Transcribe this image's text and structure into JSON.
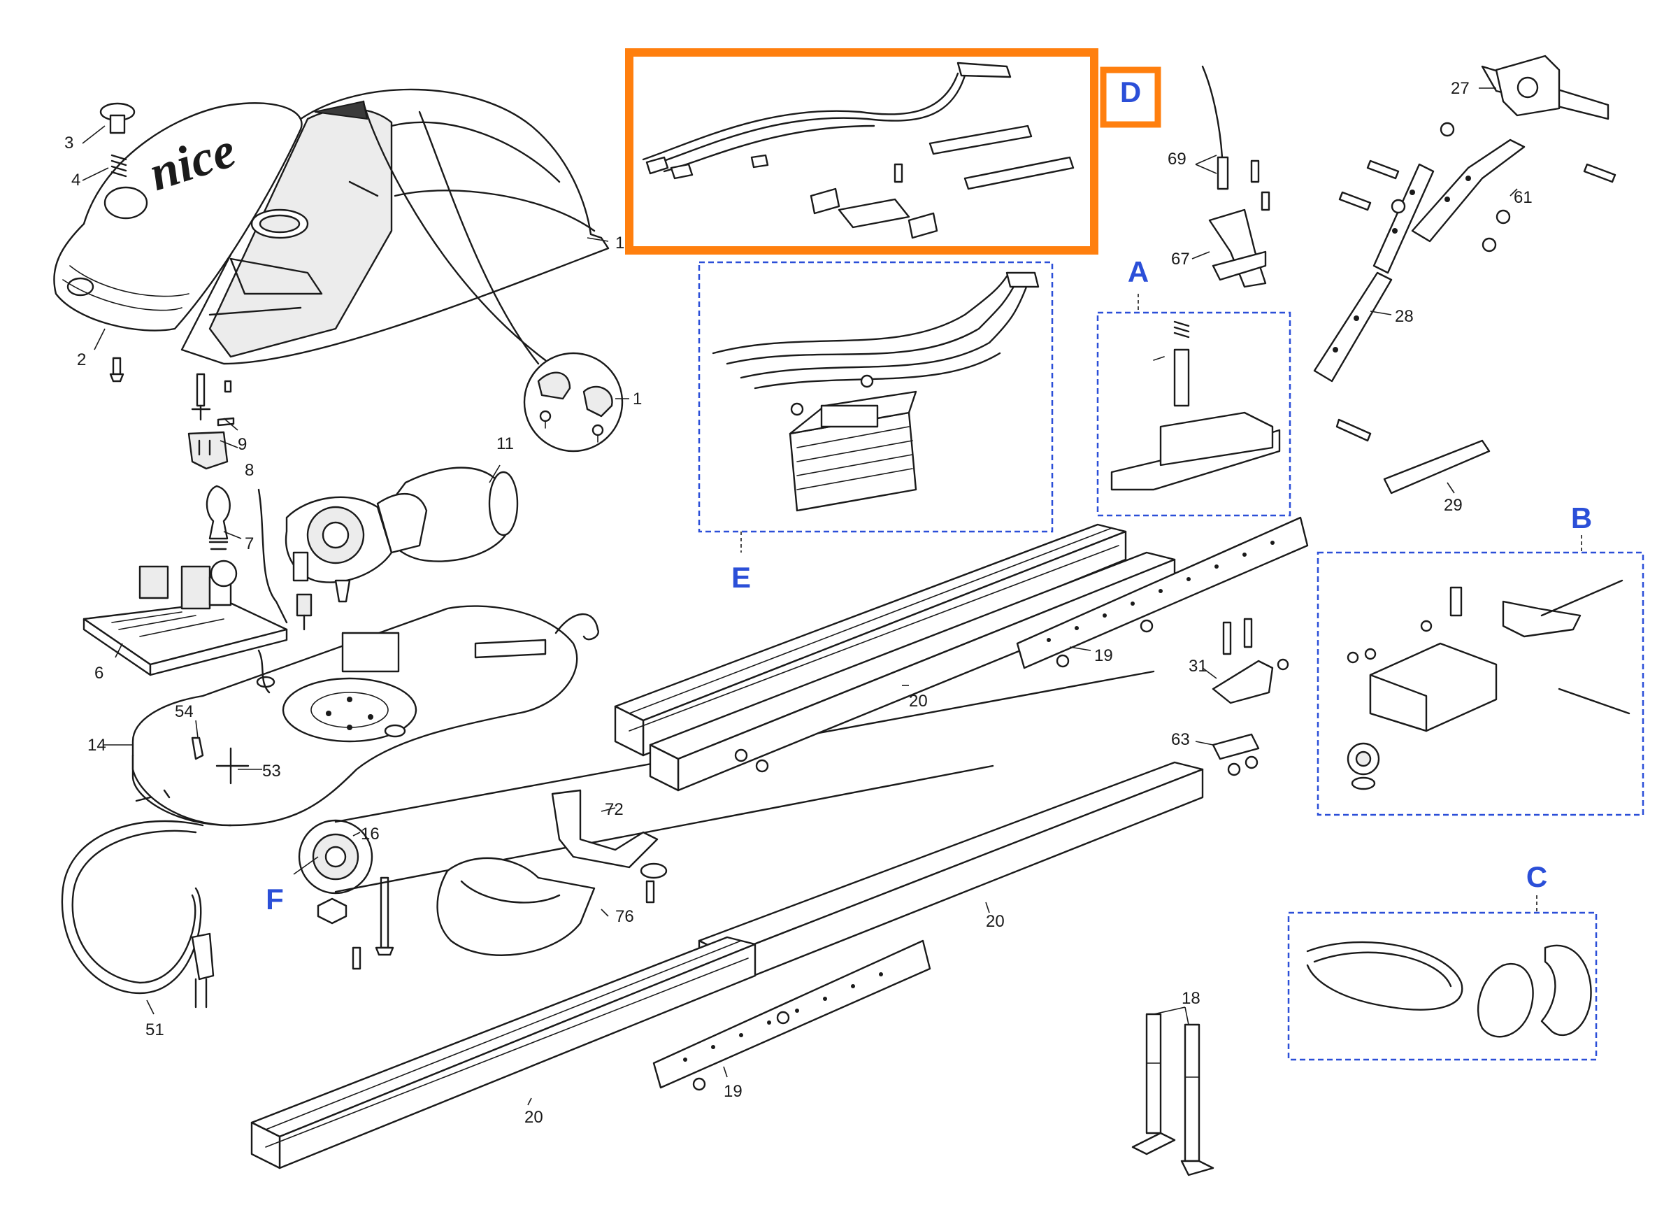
{
  "brand_logo": "nice",
  "callouts": {
    "c1a": "1",
    "c1b": "1",
    "c2": "2",
    "c3": "3",
    "c4": "4",
    "c6": "6",
    "c7": "7",
    "c8": "8",
    "c9": "9",
    "c11": "11",
    "c14": "14",
    "c16": "16",
    "c18": "18",
    "c19a": "19",
    "c19b": "19",
    "c20a": "20",
    "c20b": "20",
    "c20c": "20",
    "c27": "27",
    "c28": "28",
    "c29": "29",
    "c31": "31",
    "c51": "51",
    "c53": "53",
    "c54": "54",
    "c61": "61",
    "c63": "63",
    "c67": "67",
    "c69": "69",
    "c72": "72",
    "c76": "76"
  },
  "groups": {
    "A": "A",
    "B": "B",
    "C": "C",
    "D": "D",
    "E": "E",
    "F": "F"
  },
  "colors": {
    "highlight": "#ff7f0e",
    "group_accent": "#2b4fd8",
    "line_art": "#1a1a1a"
  }
}
